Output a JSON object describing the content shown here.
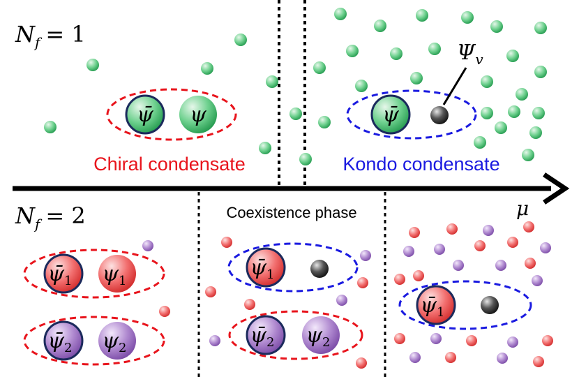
{
  "top_panel": {
    "nf_label_left": "N",
    "nf_label_sub": "f",
    "nf_label_right": "= 1",
    "chiral_label": "Chiral condensate",
    "kondo_label": "Kondo condensate",
    "impurity_label": "Ψ",
    "impurity_sub": "v",
    "antiquark_symbol": "ψ̄",
    "quark_symbol": "ψ"
  },
  "axis": {
    "label": "μ"
  },
  "bottom_panel": {
    "nf_label_left": "N",
    "nf_label_sub": "f",
    "nf_label_right": "= 2",
    "coexistence_label": "Coexistence phase",
    "antiquark_symbol": "ψ̄",
    "quark_symbol": "ψ",
    "flavor_1": "1",
    "flavor_2": "2"
  },
  "colors": {
    "green": "#3db36a",
    "red": "#e83a3a",
    "purple": "#8a5ab0",
    "chiral_loop": "#e8141c",
    "kondo_loop": "#1a1ae0",
    "impurity": "#222222"
  }
}
